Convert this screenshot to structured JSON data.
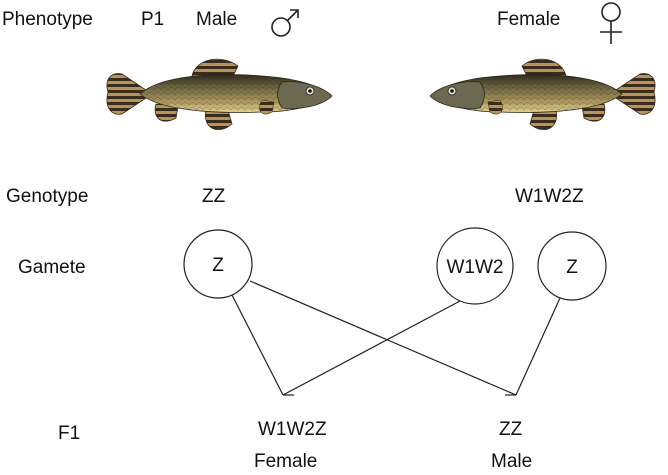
{
  "header": {
    "phenotype_label": "Phenotype",
    "generation_label": "P1",
    "male_label": "Male",
    "female_label": "Female",
    "male_symbol": "♂",
    "female_symbol": "♀"
  },
  "rows": {
    "genotype_label": "Genotype",
    "gamete_label": "Gamete",
    "f1_label": "F1"
  },
  "parents": {
    "male_genotype": "ZZ",
    "female_genotype": "W1W2Z"
  },
  "gametes": {
    "male": "Z",
    "female_a": "W1W2",
    "female_b": "Z"
  },
  "offspring": [
    {
      "genotype": "W1W2Z",
      "phenotype": "Female"
    },
    {
      "genotype": "ZZ",
      "phenotype": "Male"
    }
  ],
  "colors": {
    "line": "#222222",
    "fish_body": "#8a7a48",
    "fish_back": "#3b372a",
    "fish_belly": "#e6d49a",
    "fin": "#9c7a4a",
    "fin_stripe": "#3a2c1c"
  }
}
